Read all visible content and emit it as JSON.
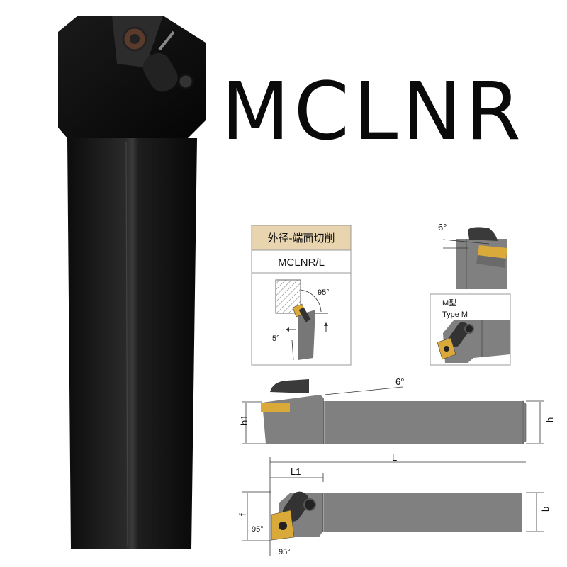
{
  "product": {
    "model_title": "MCLNR"
  },
  "spec_table": {
    "header": "外径-端面切削",
    "model": "MCLNR/L",
    "header_color": "#e8d4ae",
    "angle_approach": "95°",
    "angle_clearance": "5°"
  },
  "rake_detail": {
    "angle": "6°"
  },
  "type_box": {
    "label_cn": "M型",
    "label_en": "Type M"
  },
  "side_view": {
    "angle": "6°",
    "dim_h1": "h1",
    "dim_h": "h"
  },
  "top_view": {
    "dim_L": "L",
    "dim_L1": "L1",
    "dim_f": "f",
    "dim_b": "b",
    "angle_a": "95°",
    "angle_b": "95°"
  },
  "colors": {
    "insert_gold": "#d9a93a",
    "holder_gray": "#808080",
    "tool_black": "#141414"
  }
}
